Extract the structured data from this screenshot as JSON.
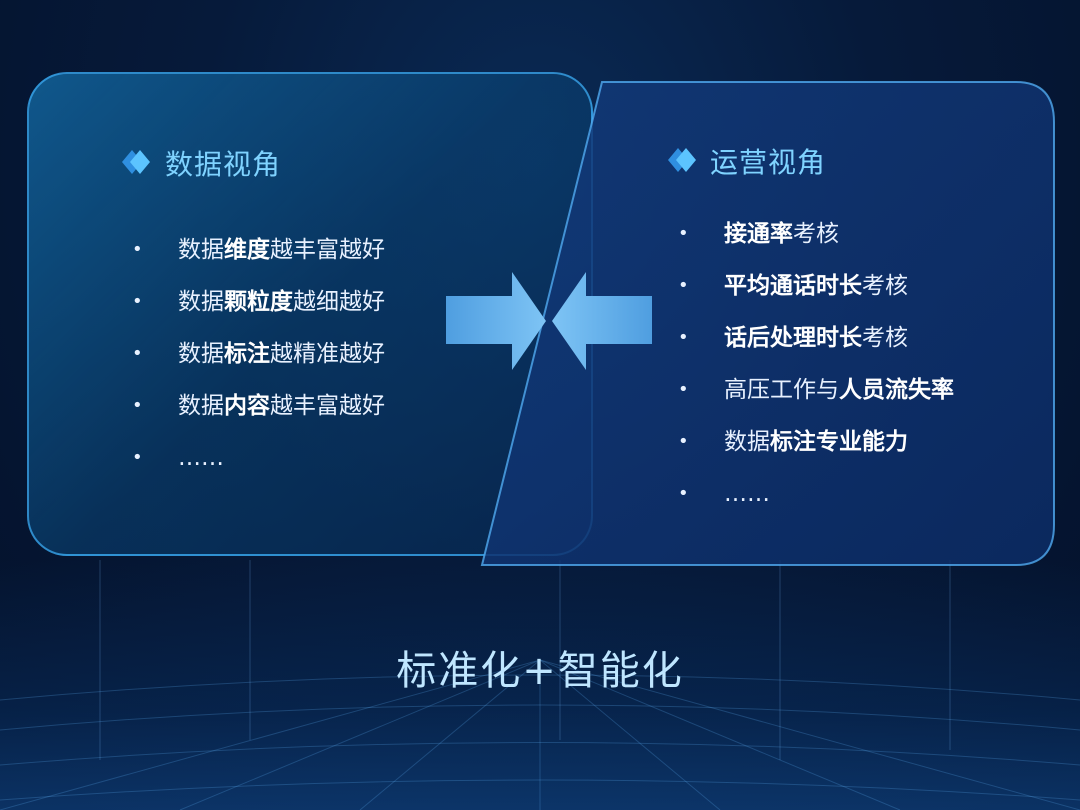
{
  "left_panel": {
    "title": "数据视角",
    "items": [
      {
        "pre": "数据",
        "bold": "维度",
        "post": "越丰富越好"
      },
      {
        "pre": "数据",
        "bold": "颗粒度",
        "post": "越细越好"
      },
      {
        "pre": "数据",
        "bold": "标注",
        "post": "越精准越好"
      },
      {
        "pre": "数据",
        "bold": "内容",
        "post": "越丰富越好"
      },
      {
        "pre": "……",
        "bold": "",
        "post": ""
      }
    ]
  },
  "right_panel": {
    "title": "运营视角",
    "items": [
      {
        "pre": "",
        "bold": "接通率",
        "post": "考核"
      },
      {
        "pre": "",
        "bold": "平均通话时长",
        "post": "考核"
      },
      {
        "pre": "",
        "bold": "话后处理时长",
        "post": "考核"
      },
      {
        "pre": "高压工作与",
        "bold": "人员流失率",
        "post": ""
      },
      {
        "pre": "数据",
        "bold": "标注专业能力",
        "post": ""
      },
      {
        "pre": "……",
        "bold": "",
        "post": ""
      }
    ]
  },
  "bullet": "•",
  "bottom_caption": "标准化+智能化",
  "colors": {
    "accent": "#7fd3ff",
    "panel_border": "#3caaf0",
    "arrow": "#5aa8e6"
  },
  "icons": {
    "title_icon": "diamond-stack-icon",
    "left_arrow": "arrow-right-icon",
    "right_arrow": "arrow-left-icon"
  }
}
